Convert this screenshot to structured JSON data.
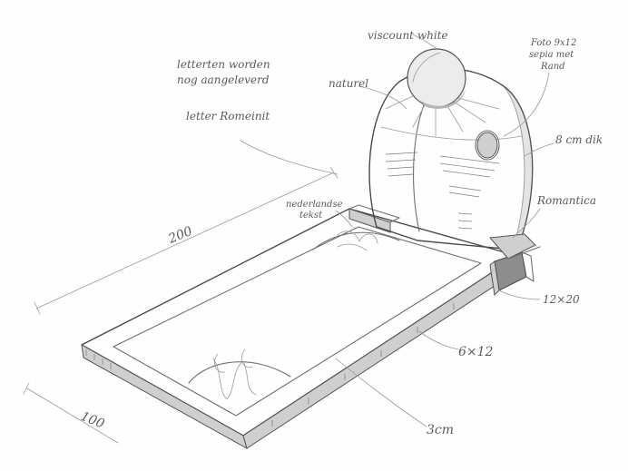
{
  "labels": {
    "viscount_white": "viscount white",
    "foto": "Foto 9x12",
    "sepia": "sepia met",
    "rand": "Rand",
    "letters_line1": "letterten worden",
    "letters_line2": "nog aangeleverd",
    "natural": "naturel",
    "letter_style": "letter Romeinit",
    "thickness_tombstone": "8 cm dik",
    "romantica": "Romantica",
    "nederlandse_tekst_line1": "nederlandse",
    "nederlandse_tekst_line2": "tekst",
    "length": "200",
    "width": "100",
    "cross_section": "12×20",
    "frame_profile": "6×12",
    "gap": "3cm"
  },
  "colors": {
    "paper": "#fefefe",
    "pencil": "#5a5a5a",
    "shade_light": "#cfcfcf",
    "shade_dark": "#8d8d8d"
  }
}
